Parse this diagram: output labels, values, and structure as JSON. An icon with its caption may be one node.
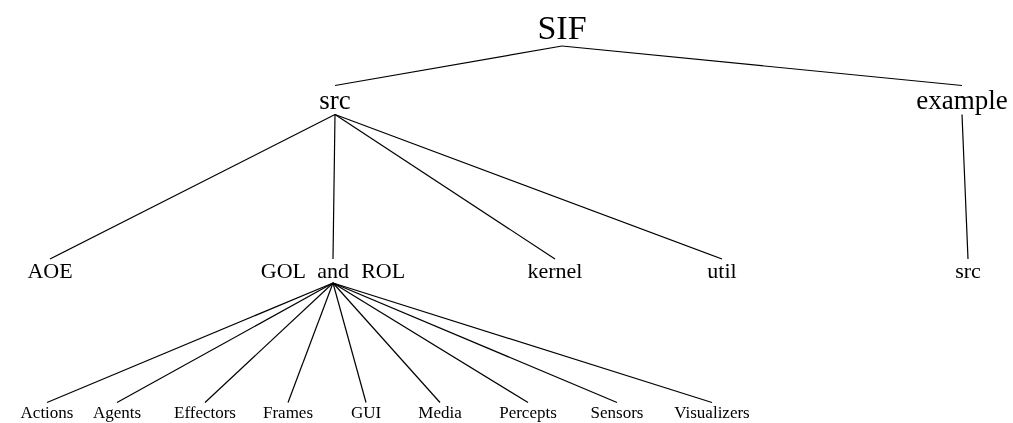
{
  "diagram": {
    "nodes": [
      {
        "text": [
          "SIF"
        ]
      },
      {
        "text": [
          "src"
        ]
      },
      {
        "text": [
          "example"
        ]
      },
      {
        "text": [
          "AOE"
        ]
      },
      {
        "text": [
          "GOL and ROL"
        ]
      },
      {
        "text": [
          "kernel"
        ]
      },
      {
        "text": [
          "util"
        ]
      },
      {
        "text": [
          "src"
        ]
      },
      {
        "text": [
          "Actions"
        ]
      },
      {
        "text": [
          "Agents"
        ]
      },
      {
        "text": [
          "Effectors"
        ]
      },
      {
        "text": [
          "Frames"
        ]
      },
      {
        "text": [
          "GUI"
        ]
      },
      {
        "text": [
          "Media"
        ]
      },
      {
        "text": [
          "Percepts"
        ]
      },
      {
        "text": [
          "Sensors"
        ]
      },
      {
        "text": [
          "Visualizers"
        ]
      }
    ],
    "edges": [
      {
        "from": 0,
        "to": 1,
        "arrow": "none"
      },
      {
        "from": 0,
        "to": 2,
        "arrow": "none"
      },
      {
        "from": 1,
        "to": 3,
        "arrow": "none"
      },
      {
        "from": 1,
        "to": 4,
        "arrow": "none"
      },
      {
        "from": 1,
        "to": 5,
        "arrow": "none"
      },
      {
        "from": 1,
        "to": 6,
        "arrow": "none"
      },
      {
        "from": 2,
        "to": 7,
        "arrow": "none"
      },
      {
        "from": 4,
        "to": 8,
        "arrow": "none"
      },
      {
        "from": 4,
        "to": 9,
        "arrow": "none"
      },
      {
        "from": 4,
        "to": 10,
        "arrow": "none"
      },
      {
        "from": 4,
        "to": 11,
        "arrow": "none"
      },
      {
        "from": 4,
        "to": 12,
        "arrow": "none"
      },
      {
        "from": 4,
        "to": 13,
        "arrow": "none"
      },
      {
        "from": 4,
        "to": 14,
        "arrow": "none"
      },
      {
        "from": 4,
        "to": 15,
        "arrow": "none"
      },
      {
        "from": 4,
        "to": 16,
        "arrow": "none"
      }
    ]
  }
}
